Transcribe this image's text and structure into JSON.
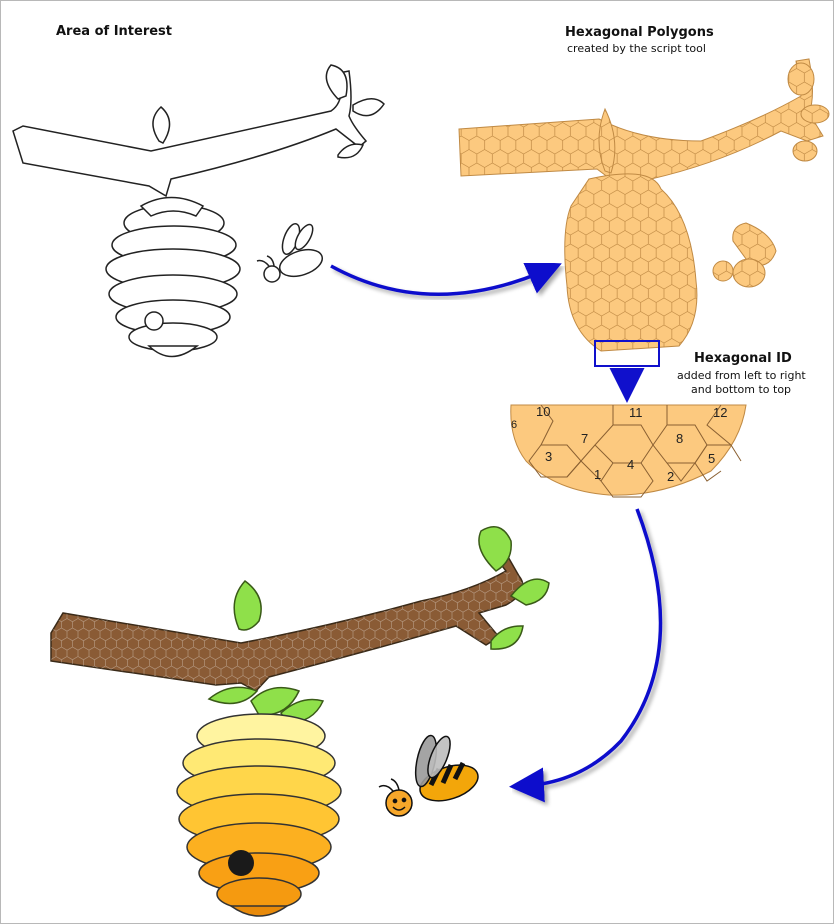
{
  "title_left": "Area of Interest",
  "title_right": "Hexagonal Polygons",
  "subtitle_right": "created by the script tool",
  "hexid": {
    "title": "Hexagonal ID",
    "line1": "added from left to right",
    "line2": "and  bottom to top",
    "ids": [
      "10",
      "11",
      "12",
      "7",
      "8",
      "3",
      "4",
      "5",
      "1",
      "2",
      "6"
    ]
  },
  "colors": {
    "hex_fill": "#fcc97f",
    "hex_stroke": "#c08a44",
    "arrow": "#1010cc",
    "branch": "#8a5b35",
    "leaf": "#8fe04a",
    "hive_top": "#fff4a0",
    "hive_bottom": "#f79b12"
  }
}
